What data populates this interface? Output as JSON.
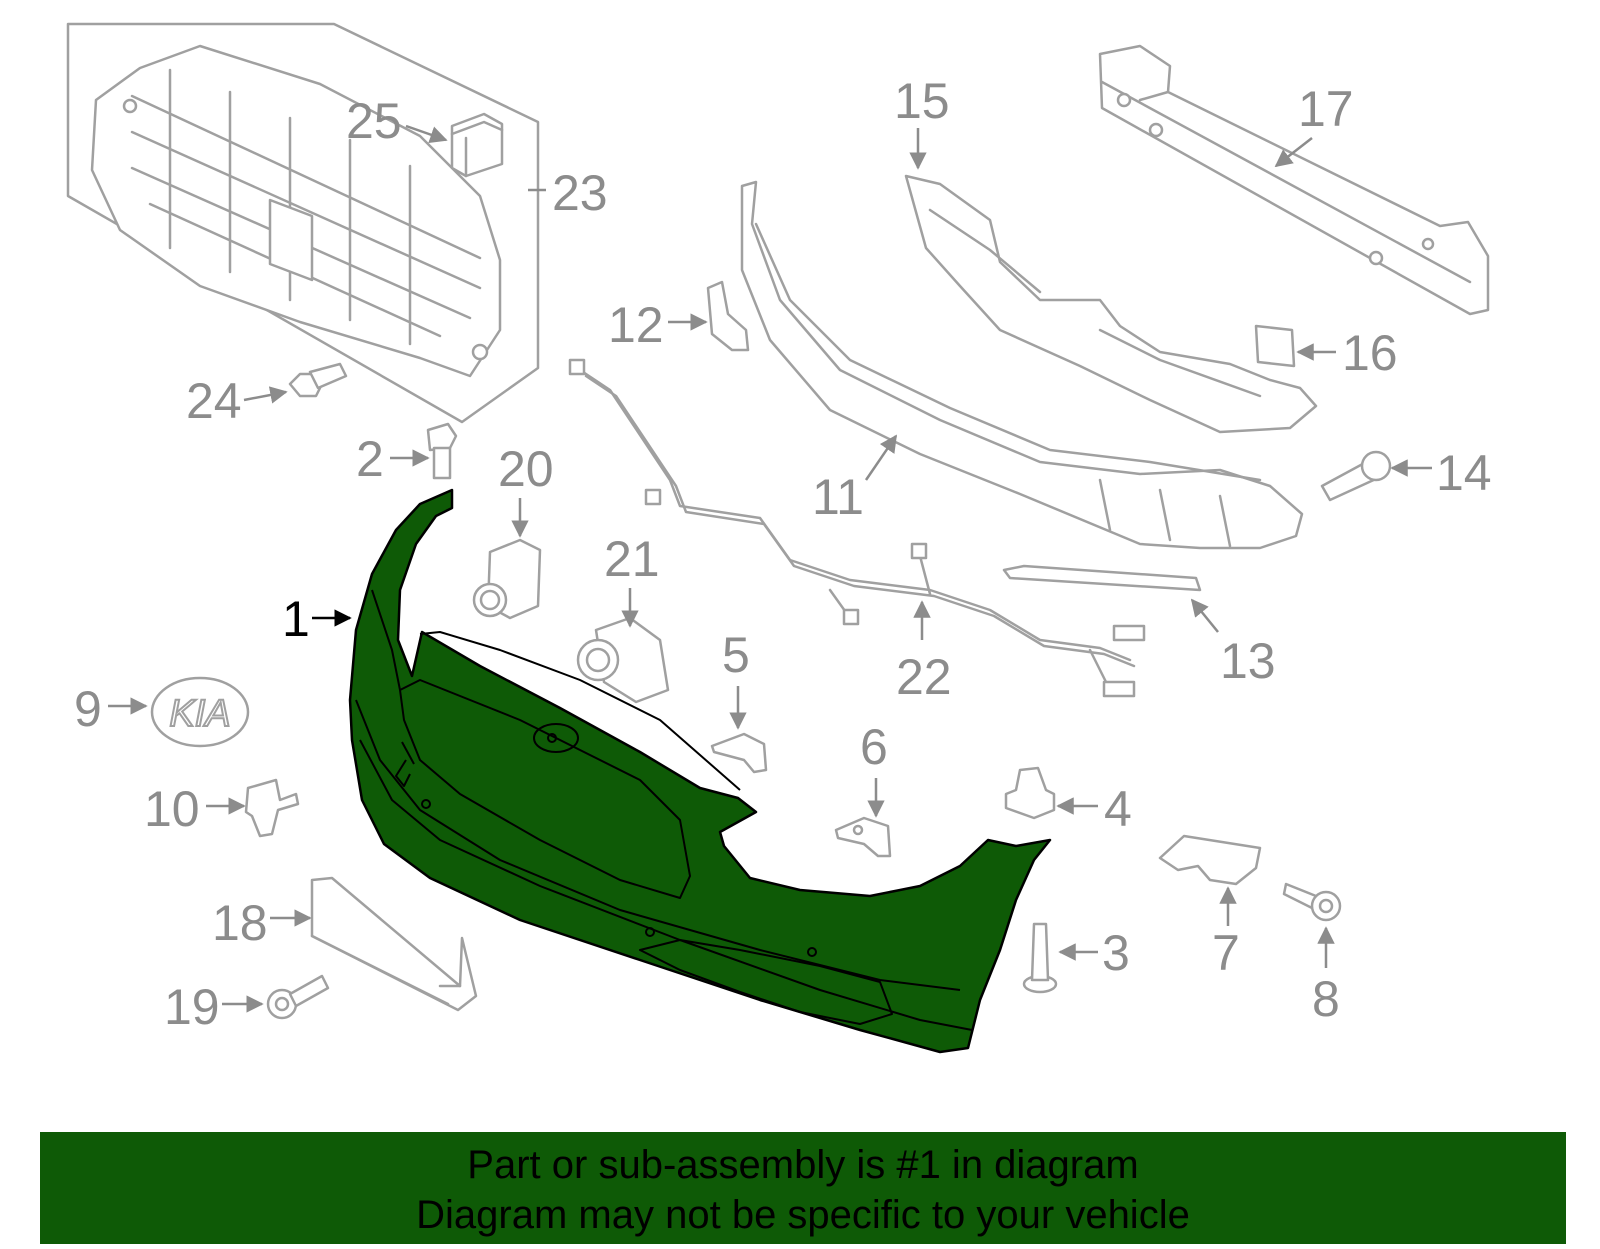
{
  "callouts": {
    "c1": "1",
    "c2": "2",
    "c3": "3",
    "c4": "4",
    "c5": "5",
    "c6": "6",
    "c7": "7",
    "c8": "8",
    "c9": "9",
    "c10": "10",
    "c11": "11",
    "c12": "12",
    "c13": "13",
    "c14": "14",
    "c15": "15",
    "c16": "16",
    "c17": "17",
    "c18": "18",
    "c19": "19",
    "c20": "20",
    "c21": "21",
    "c22": "22",
    "c23": "23",
    "c24": "24",
    "c25": "25"
  },
  "emblem_text": "KIA",
  "banner": {
    "line1": "Part or sub-assembly is #1 in diagram",
    "line2": "Diagram may not be specific to your vehicle"
  },
  "colors": {
    "highlight": "#0e5a06",
    "part_outline": "#a0a0a0",
    "callout_text": "#8c8c8c"
  }
}
